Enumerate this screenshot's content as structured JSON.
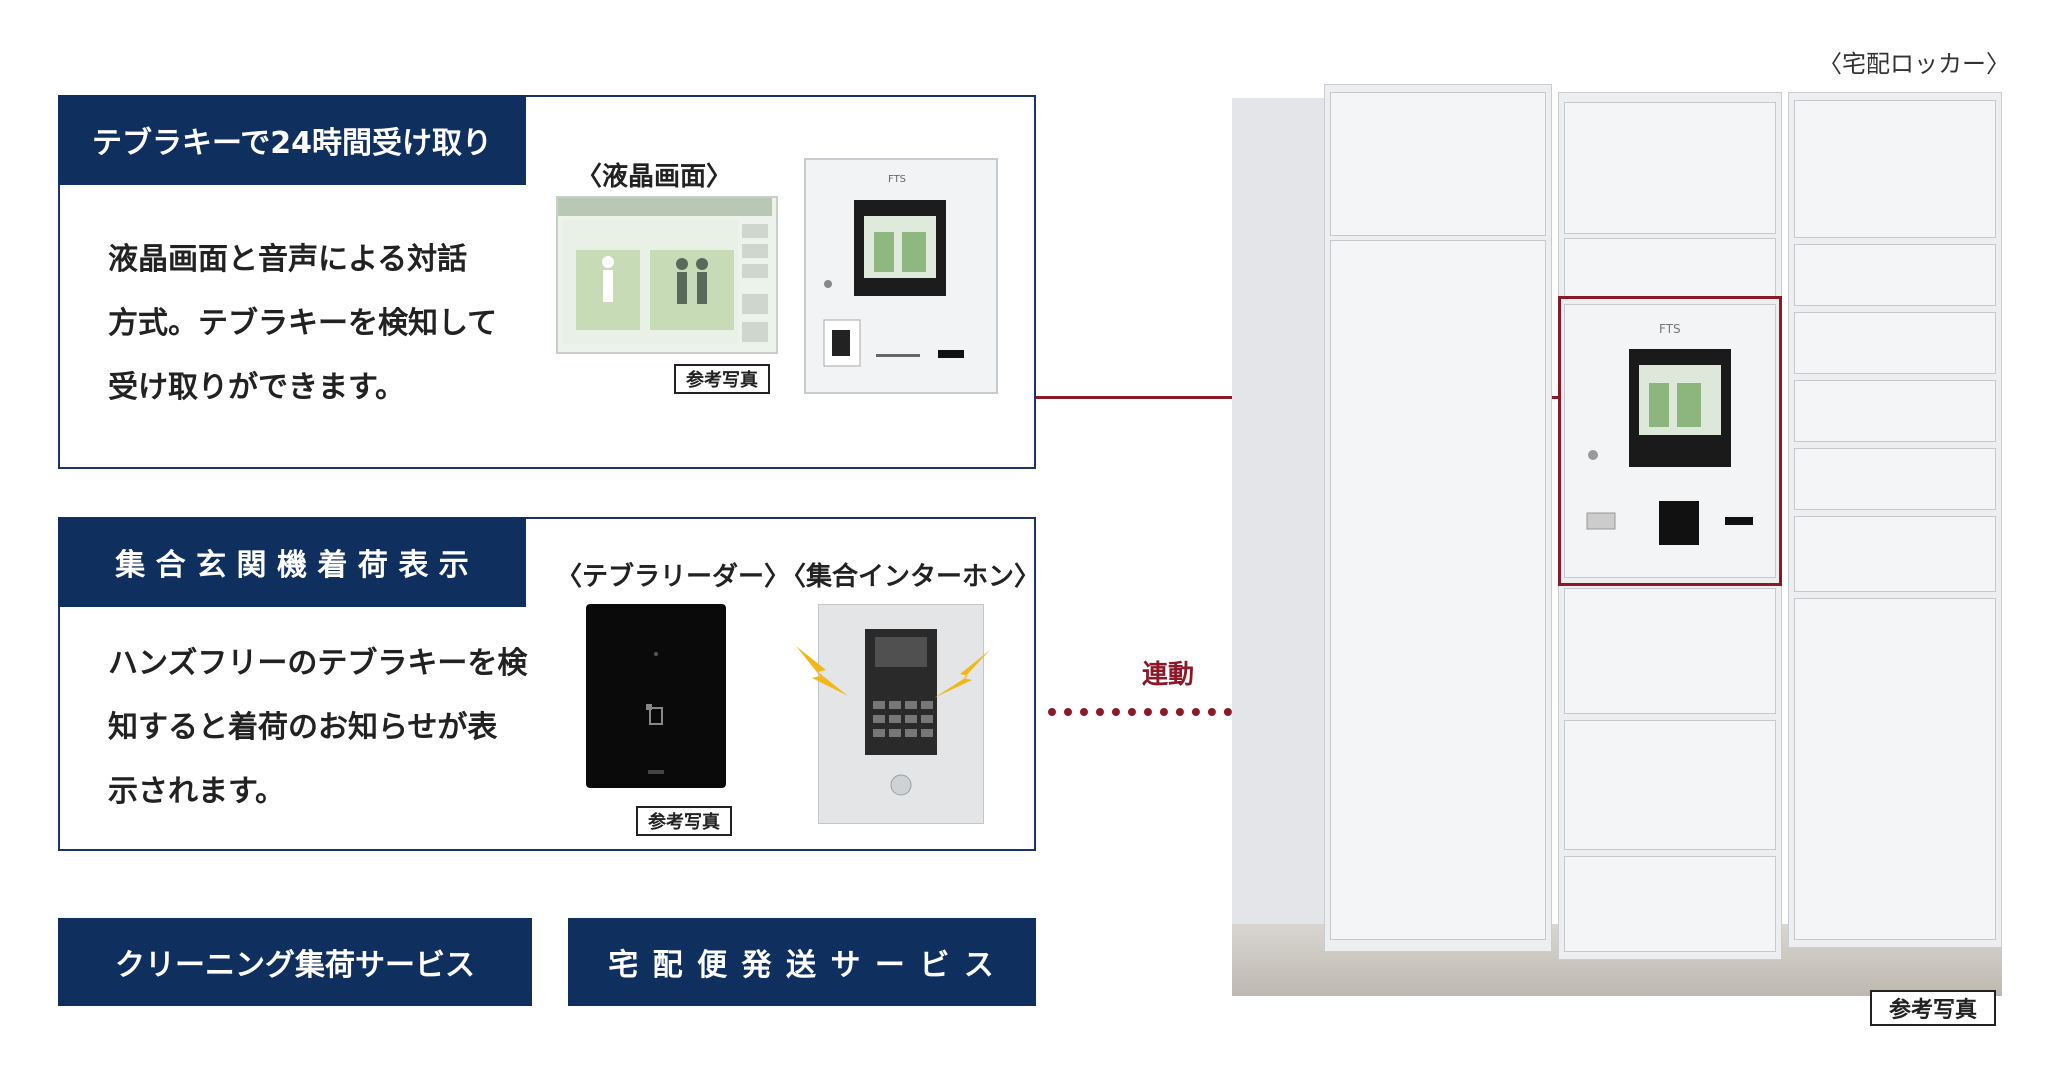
{
  "locker_caption": "〈宅配ロッカー〉",
  "panel1": {
    "title": "テブラキーで24時間受け取り",
    "lines": [
      "液晶画面と音声による対話",
      "方式。テブラキーを検知して",
      "受け取りができます。"
    ],
    "lcd_caption": "〈液晶画面〉",
    "ref_label": "参考写真"
  },
  "panel2": {
    "title": "集 合 玄 関 機 着 荷 表 示",
    "lines": [
      "ハンズフリーのテブラキーを検",
      "知すると着荷のお知らせが表",
      "示されます。"
    ],
    "reader_caption": "〈テブラリーダー〉",
    "intercom_caption": "〈集合インターホン〉",
    "ref_label": "参考写真"
  },
  "link_label": "連動",
  "services": [
    "クリーニング集荷サービス",
    "宅 配 便 発 送 サ ー ビ ス"
  ],
  "locker_ref_label": "参考写真",
  "device_brand": "FTS",
  "colors": {
    "navy": "#0f2f5f",
    "accent_red": "#8a1a2a"
  }
}
